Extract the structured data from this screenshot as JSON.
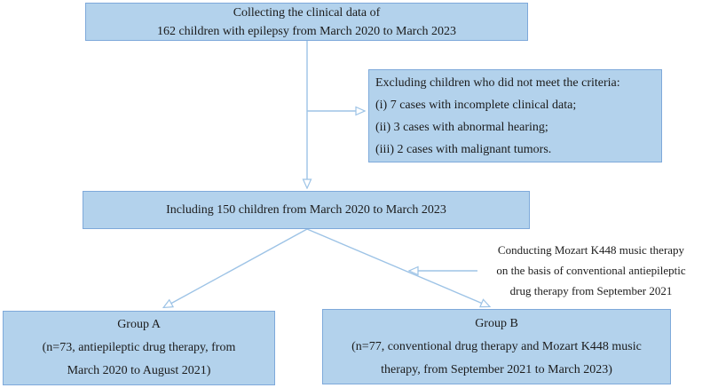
{
  "colors": {
    "box_fill": "#b3d2ec",
    "box_border": "#7ea9da",
    "connector_color": "#9dc3e6",
    "text_color": "#1b1b1b"
  },
  "flowchart": {
    "collecting_box": {
      "lines": [
        "Collecting the clinical data of",
        "162 children with epilepsy from March 2020 to March 2023"
      ]
    },
    "exclusion_box": {
      "lines": [
        "Excluding children who did not meet the criteria:",
        "(i) 7 cases with incomplete clinical data;",
        "(ii) 3 cases with abnormal hearing;",
        "(iii) 2 cases with malignant tumors."
      ]
    },
    "including_box": {
      "lines": [
        "Including 150 children from March 2020 to March 2023"
      ]
    },
    "intervention_note": {
      "lines": [
        "Conducting Mozart K448 music therapy",
        "on the basis of conventional antiepileptic",
        "drug therapy from September 2021"
      ]
    },
    "group_a_box": {
      "lines": [
        "Group A",
        "(n=73, antiepileptic drug therapy, from",
        "March 2020 to August 2021)"
      ]
    },
    "group_b_box": {
      "lines": [
        "Group B",
        "(n=77, conventional drug therapy and Mozart K448 music",
        "therapy, from September 2021 to March 2023)"
      ]
    },
    "connections": [
      "collecting-box to including-box (down arrow)",
      "collecting-to-including line branches right to exclusion-box",
      "including-box to group-a-box (diagonal arrow)",
      "including-box to group-b-box (diagonal arrow)",
      "intervention-note points left to group-b branch line"
    ]
  }
}
